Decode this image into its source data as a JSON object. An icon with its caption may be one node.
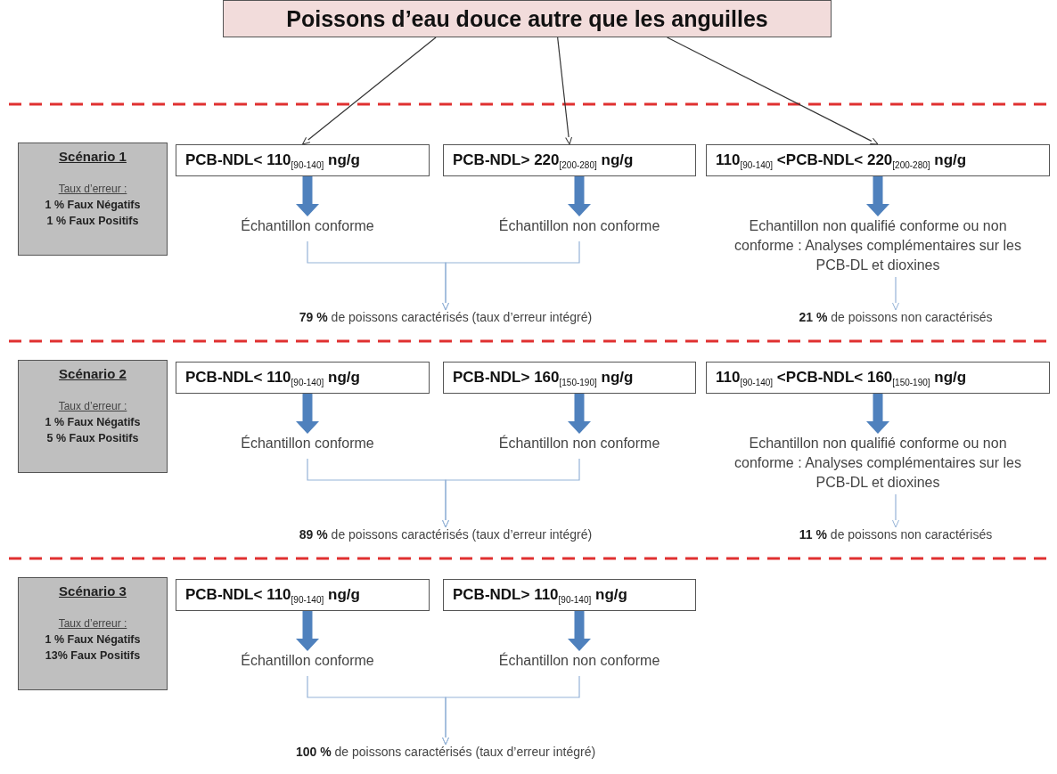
{
  "diagram": {
    "nodes": [
      {
        "text": [
          "Poissons d’eau douce autre que les anguilles"
        ]
      },
      {
        "text": [
          "Scénario 1",
          "Taux d’erreur :",
          "1 % Faux Négatifs",
          "1 % Faux Positifs"
        ]
      },
      {
        "text": [
          "PCB-NDL< 110$_{[90-140]}$ ng/g"
        ]
      },
      {
        "text": [
          "PCB-NDL> 220$_{[200-280]}$ ng/g"
        ]
      },
      {
        "text": [
          "110$_{[90-140]}$ <PCB-NDL< 220$_{[200-280]}$ ng/g"
        ]
      },
      {
        "text": [
          "Échantillon conforme"
        ]
      },
      {
        "text": [
          "Échantillon non conforme"
        ]
      },
      {
        "text": [
          "Echantillon non qualifié conforme ou non conforme : Analyses complémentaires sur les PCB-DL et dioxines"
        ]
      },
      {
        "text": [
          "**79 %** de poissons caractérisés (taux d’erreur intégré)"
        ]
      },
      {
        "text": [
          "**21 %** de poissons non caractérisés"
        ]
      },
      {
        "text": [
          "Scénario 2",
          "Taux d’erreur :",
          "1 % Faux Négatifs",
          "5 % Faux Positifs"
        ]
      },
      {
        "text": [
          "PCB-NDL< 110$_{[90-140]}$ ng/g"
        ]
      },
      {
        "text": [
          "PCB-NDL> 160$_{[150-190]}$ ng/g"
        ]
      },
      {
        "text": [
          "110$_{[90-140]}$ <PCB-NDL< 160$_{[150-190]}$ ng/g"
        ]
      },
      {
        "text": [
          "Échantillon conforme"
        ]
      },
      {
        "text": [
          "Échantillon non conforme"
        ]
      },
      {
        "text": [
          "Echantillon non qualifié conforme ou non conforme : Analyses complémentaires sur les PCB-DL et dioxines"
        ]
      },
      {
        "text": [
          "**89 %** de poissons caractérisés (taux d’erreur intégré)"
        ]
      },
      {
        "text": [
          "**11 %** de poissons non caractérisés"
        ]
      },
      {
        "text": [
          "Scénario 3",
          "Taux d’erreur :",
          "1 % Faux Négatifs",
          "13% Faux Positifs"
        ]
      },
      {
        "text": [
          "PCB-NDL< 110$_{[90-140]}$ ng/g"
        ]
      },
      {
        "text": [
          "PCB-NDL> 110$_{[90-140]}$ ng/g"
        ]
      },
      {
        "text": [
          "Échantillon conforme"
        ]
      },
      {
        "text": [
          "Échantillon non conforme"
        ]
      },
      {
        "text": [
          "**100 %** de poissons caractérisés (taux d’erreur intégré)"
        ]
      }
    ],
    "edges": [
      {
        "from": 0,
        "to": 2,
        "arrow": "to",
        "color": "#333333"
      },
      {
        "from": 0,
        "to": 3,
        "arrow": "to",
        "color": "#333333"
      },
      {
        "from": 0,
        "to": 4,
        "arrow": "to",
        "color": "#333333"
      },
      {
        "from": 2,
        "to": 5,
        "arrow": "to",
        "style": "thick",
        "color": "#4f81bd"
      },
      {
        "from": 3,
        "to": 6,
        "arrow": "to",
        "style": "thick",
        "color": "#4f81bd"
      },
      {
        "from": 4,
        "to": 7,
        "arrow": "to",
        "style": "thick",
        "color": "#4f81bd"
      },
      {
        "from": 5,
        "to": 8,
        "arrow": "to",
        "color": "#95b3d7"
      },
      {
        "from": 6,
        "to": 8,
        "arrow": "to",
        "color": "#95b3d7"
      },
      {
        "from": 7,
        "to": 9,
        "arrow": "to",
        "color": "#95b3d7"
      },
      {
        "from": 11,
        "to": 14,
        "arrow": "to",
        "style": "thick",
        "color": "#4f81bd"
      },
      {
        "from": 12,
        "to": 15,
        "arrow": "to",
        "style": "thick",
        "color": "#4f81bd"
      },
      {
        "from": 13,
        "to": 16,
        "arrow": "to",
        "style": "thick",
        "color": "#4f81bd"
      },
      {
        "from": 14,
        "to": 17,
        "arrow": "to",
        "color": "#95b3d7"
      },
      {
        "from": 15,
        "to": 17,
        "arrow": "to",
        "color": "#95b3d7"
      },
      {
        "from": 16,
        "to": 18,
        "arrow": "to",
        "color": "#95b3d7"
      },
      {
        "from": 20,
        "to": 22,
        "arrow": "to",
        "style": "thick",
        "color": "#4f81bd"
      },
      {
        "from": 21,
        "to": 23,
        "arrow": "to",
        "style": "thick",
        "color": "#4f81bd"
      },
      {
        "from": 22,
        "to": 24,
        "arrow": "to",
        "color": "#95b3d7"
      },
      {
        "from": 23,
        "to": 24,
        "arrow": "to",
        "color": "#95b3d7"
      }
    ]
  }
}
